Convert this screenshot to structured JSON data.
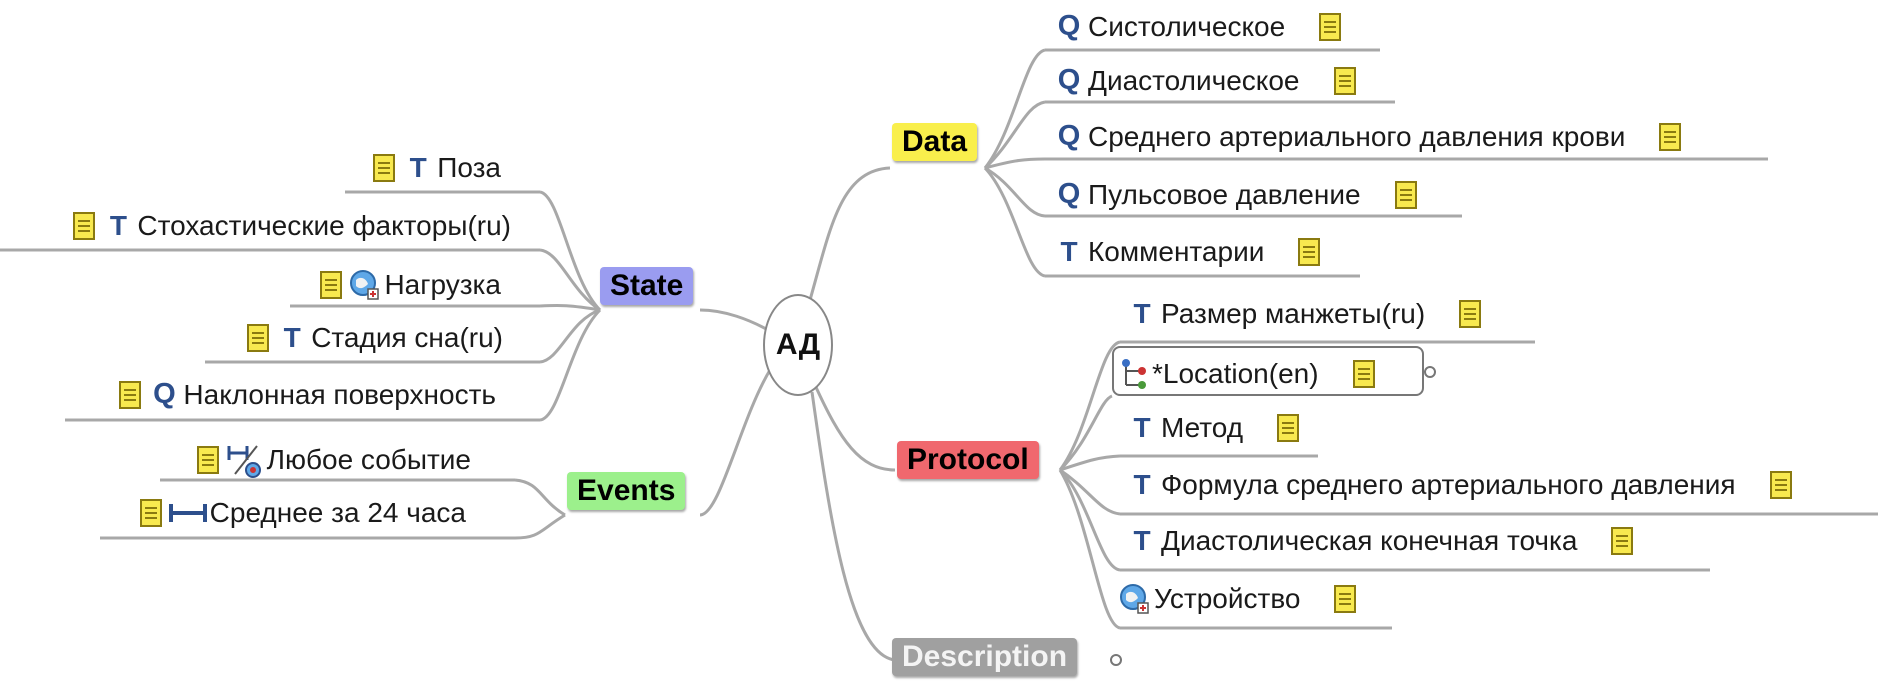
{
  "center": {
    "label": "АД"
  },
  "branches": {
    "data": {
      "label": "Data",
      "color": "#f9ef4c"
    },
    "state": {
      "label": "State",
      "color": "#9a9cf0"
    },
    "events": {
      "label": "Events",
      "color": "#9cf08c"
    },
    "protocol": {
      "label": "Protocol",
      "color": "#f0686e"
    },
    "description": {
      "label": "Description",
      "color": "#a0a0a0"
    }
  },
  "data_items": [
    {
      "label": "Систолическое",
      "icon": "Q"
    },
    {
      "label": "Диастолическое",
      "icon": "Q"
    },
    {
      "label": "Среднего артериального давления крови",
      "icon": "Q"
    },
    {
      "label": "Пульсовое давление",
      "icon": "Q"
    },
    {
      "label": "Комментарии",
      "icon": "T"
    }
  ],
  "state_items": [
    {
      "label": "Поза",
      "icon": "T"
    },
    {
      "label": "Стохастические факторы(ru)",
      "icon": "T"
    },
    {
      "label": "Нагрузка",
      "icon": "globe"
    },
    {
      "label": "Стадия сна(ru)",
      "icon": "T"
    },
    {
      "label": "Наклонная поверхность",
      "icon": "Q"
    }
  ],
  "events_items": [
    {
      "label": "Любое событие",
      "icon": "event"
    },
    {
      "label": "Среднее за 24 часа",
      "icon": "interval"
    }
  ],
  "protocol_items": [
    {
      "label": "Размер манжеты(ru)",
      "icon": "T"
    },
    {
      "label": "*Location(en)",
      "icon": "tree"
    },
    {
      "label": "Метод",
      "icon": "T"
    },
    {
      "label": "Формула среднего артериального давления",
      "icon": "T"
    },
    {
      "label": "Диастолическая конечная точка",
      "icon": "T"
    },
    {
      "label": "Устройство",
      "icon": "globe"
    }
  ]
}
